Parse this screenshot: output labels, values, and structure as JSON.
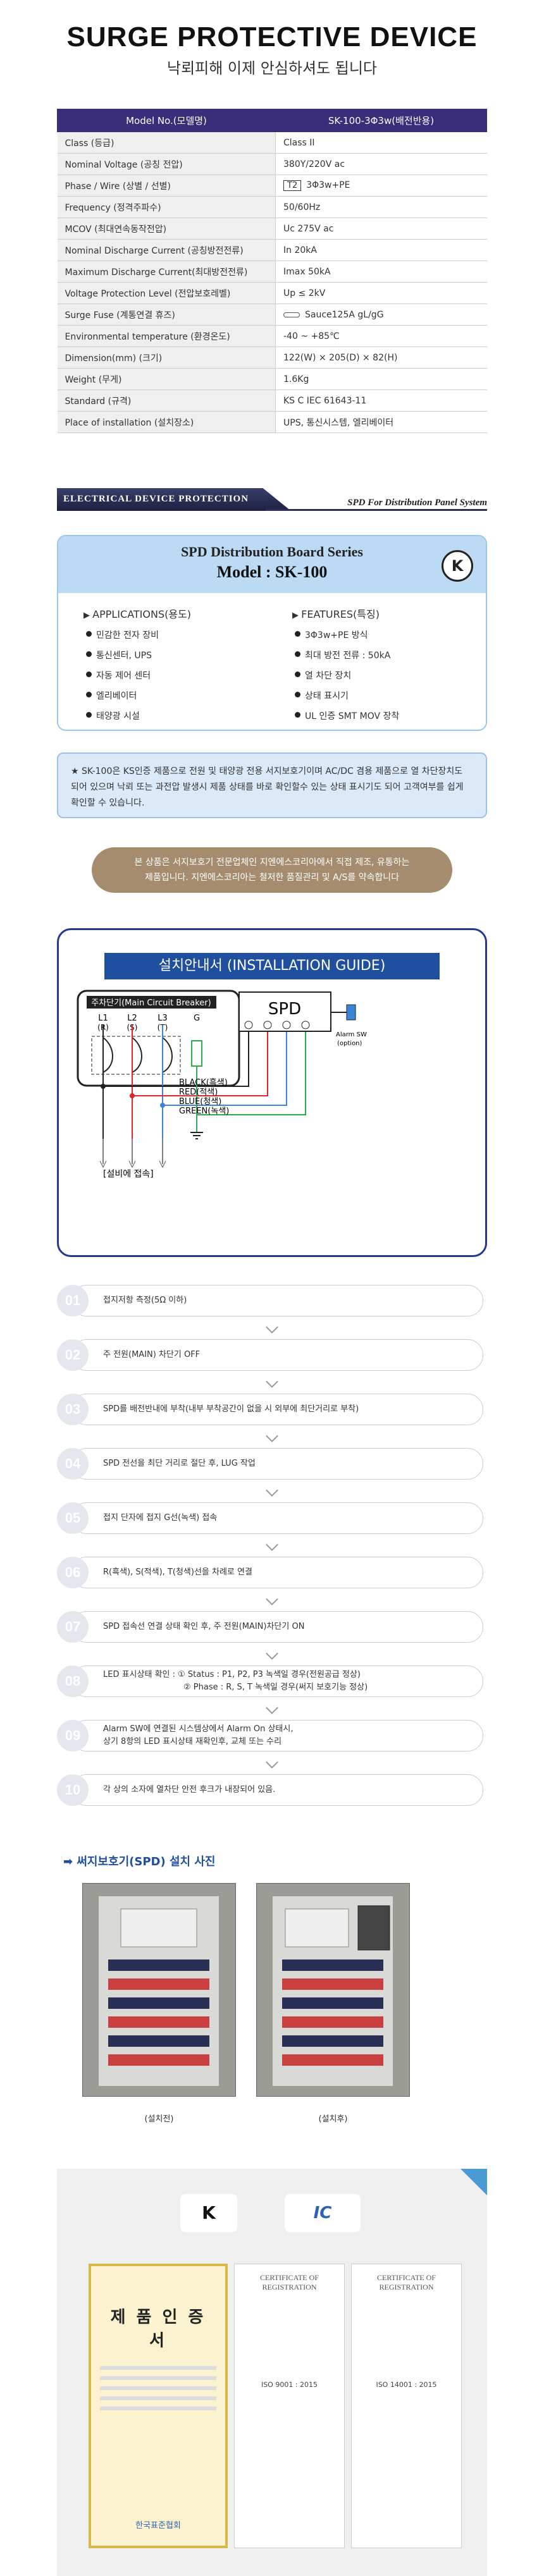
{
  "header": {
    "title": "SURGE PROTECTIVE DEVICE",
    "subtitle": "낙뢰피해 이제 안심하셔도 됩니다"
  },
  "spec_table": {
    "head_key": "Model No.(모델명)",
    "head_val": "SK-100-3Φ3w(배전반용)",
    "rows": [
      {
        "k": "Class (등급)",
        "v": "Class  II"
      },
      {
        "k": "Nominal Voltage (공칭 전압)",
        "v": "380Y/220V ac"
      },
      {
        "k": "Phase / Wire (상별 / 선별)",
        "v": "3Φ3w+PE",
        "badge": "T2"
      },
      {
        "k": "Frequency (정격주파수)",
        "v": "50/60Hz"
      },
      {
        "k": "MCOV (최대연속동작전압)",
        "v": "Uc 275V ac"
      },
      {
        "k": "Nominal Discharge Current (공칭방전전류)",
        "v": "In 20kA"
      },
      {
        "k": "Maximum Discharge Current(최대방전전류)",
        "v": "Imax 50kA"
      },
      {
        "k": "Voltage Protection Level (전압보호레벨)",
        "v": "Up ≤ 2kV"
      },
      {
        "k": "Surge Fuse  (계통연결 휴즈)",
        "v": "Sauce125A gL/gG"
      },
      {
        "k": "Environmental temperature (환경온도)",
        "v": "-40 ~ +85℃"
      },
      {
        "k": "Dimension(mm) (크기)",
        "v": "122(W) × 205(D) × 82(H)"
      },
      {
        "k": "Weight (무게)",
        "v": "1.6Kg"
      },
      {
        "k": "Standard (규격)",
        "v": "KS C IEC 61643-11"
      },
      {
        "k": "Place of installation (설치장소)",
        "v": "UPS, 통신시스템, 엘리베이터"
      }
    ]
  },
  "banner": {
    "left": "ELECTRICAL DEVICE PROTECTION",
    "right": "SPD For Distribution Panel System"
  },
  "series": {
    "line1": "SPD Distribution Board Series",
    "line2": "Model : SK-100",
    "logo": "K",
    "applications_title": "APPLICATIONS(용도)",
    "applications": [
      "민감한 전자 장비",
      "통신센터, UPS",
      "자동 제어 센터",
      "엘리베이터",
      "태양광 시설"
    ],
    "features_title": "FEATURES(특징)",
    "features": [
      "3Φ3w+PE 방식",
      "최대 방전 전류 : 50kA",
      "열 차단 장치",
      "상태 표시기",
      "UL 인증 SMT MOV 장착"
    ]
  },
  "note": {
    "text": "★ SK-100은 KS인증 제품으로 전원 및 태양광 전용 서지보호기이며  AC/DC 겸용 제품으로 열 차단장치도 되어 있으며 낙뢰 또는 과전압 발생시 제품 상태를 바로 확인할수  있는 상태 표시기도 되어 고객여부를 쉽게 확인할 수 있습니다."
  },
  "brown_note": {
    "line1": "본 상품은 서지보호기 전문업체인 지엔에스코리아에서 직접 제조, 유통하는",
    "line2": "제품입니다.  지엔에스코리아는 철저한 품질관리 및 A/S를 약속합니다"
  },
  "guide": {
    "title": "설치안내서 (INSTALLATION GUIDE)",
    "breaker_label": "주차단기(Main Circuit Breaker)",
    "phases": [
      "L1",
      "L2",
      "L3",
      "G"
    ],
    "phase_sub": [
      "(R)",
      "(S)",
      "(T)",
      ""
    ],
    "spd": "SPD",
    "alarm": "Alarm SW",
    "alarm_opt": "(option)",
    "wires": [
      "BLACK(흑색)",
      "RED(적색)",
      "BLUE(청색)",
      "GREEN(녹색)"
    ],
    "bottom": "[설비에 접속]",
    "wire_colors": [
      "#222222",
      "#e0242a",
      "#3b84d6",
      "#2fa84f"
    ]
  },
  "steps": [
    {
      "num": "01",
      "text": "접지저항 측정(5Ω 이하)"
    },
    {
      "num": "02",
      "text": "주 전원(MAIN) 차단기 OFF"
    },
    {
      "num": "03",
      "text": "SPD를 배전반내에 부착(내부 부착공간이 없을 시 외부에 최단거리로 부착)"
    },
    {
      "num": "04",
      "text": "SPD 전선을 최단 거리로 절단 후, LUG 작업"
    },
    {
      "num": "05",
      "text": "접지 단자에 접지 G선(녹색)  접속"
    },
    {
      "num": "06",
      "text": "R(흑색), S(적색), T(청색)선을 차례로 연결"
    },
    {
      "num": "07",
      "text": "SPD  접속선  연결 상태 확인 후, 주 전원(MAIN)차단기 ON"
    },
    {
      "num": "08",
      "text1": "LED  표시상태 확인 :  ① Status : P1, P2, P3  녹색일 경우(전원공급  정상)",
      "text2": "② Phase : R, S, T  녹색일 경우(써지 보호기능  정상)"
    },
    {
      "num": "09",
      "text1": "Alarm  SW에 연결된 시스템상에서  Alarm  On 상태시,",
      "text2": "상기 8항의 LED  표시상태 재확인후, 교체 또는 수리"
    },
    {
      "num": "10",
      "text": "각 상의 소자에  열차단  안전 후크가 내장되어 있음."
    }
  ],
  "photos": {
    "title": "써지보호기(SPD) 설치 사진",
    "before": "(설치전)",
    "after": "(설치후)"
  },
  "certs": {
    "ks": "K",
    "lab": "IC",
    "main_title": "제 품 인 증 서",
    "reg1": "CERTIFICATE OF REGISTRATION",
    "reg2": "CERTIFICATE OF REGISTRATION",
    "issuer": "한국표준협회",
    "reg1_no": "ISO 9001 : 2015",
    "reg2_no": "ISO 14001 : 2015"
  }
}
